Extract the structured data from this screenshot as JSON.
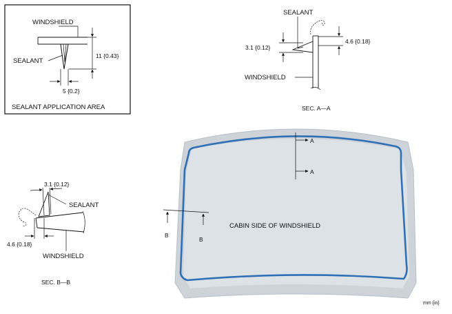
{
  "inset": {
    "windshield_label": "WINDSHIELD",
    "sealant_label": "SEALANT",
    "height_dim": "11 {0.43}",
    "width_dim": "5 {0.2}",
    "caption": "SEALANT APPLICATION AREA"
  },
  "section_aa": {
    "sealant_label": "SEALANT",
    "dim_left": "3.1 {0.12}",
    "dim_right": "4.6 {0.18}",
    "windshield_label": "WINDSHIELD",
    "caption": "SEC. A—A"
  },
  "section_bb": {
    "dim_top": "3.1 {0.12}",
    "sealant_label": "SEALANT",
    "dim_bottom": "4.6 {0.18}",
    "windshield_label": "WINDSHIELD",
    "caption": "SEC. B—B"
  },
  "windshield_view": {
    "label": "CABIN SIDE OF WINDSHIELD",
    "cut_a_top": "A",
    "cut_a_bottom": "A",
    "cut_b_left": "B",
    "cut_b_right": "B",
    "sealant_color": "#2f6fb5",
    "glass_color": "#cdd3d8"
  },
  "unit_note": "mm {in}"
}
